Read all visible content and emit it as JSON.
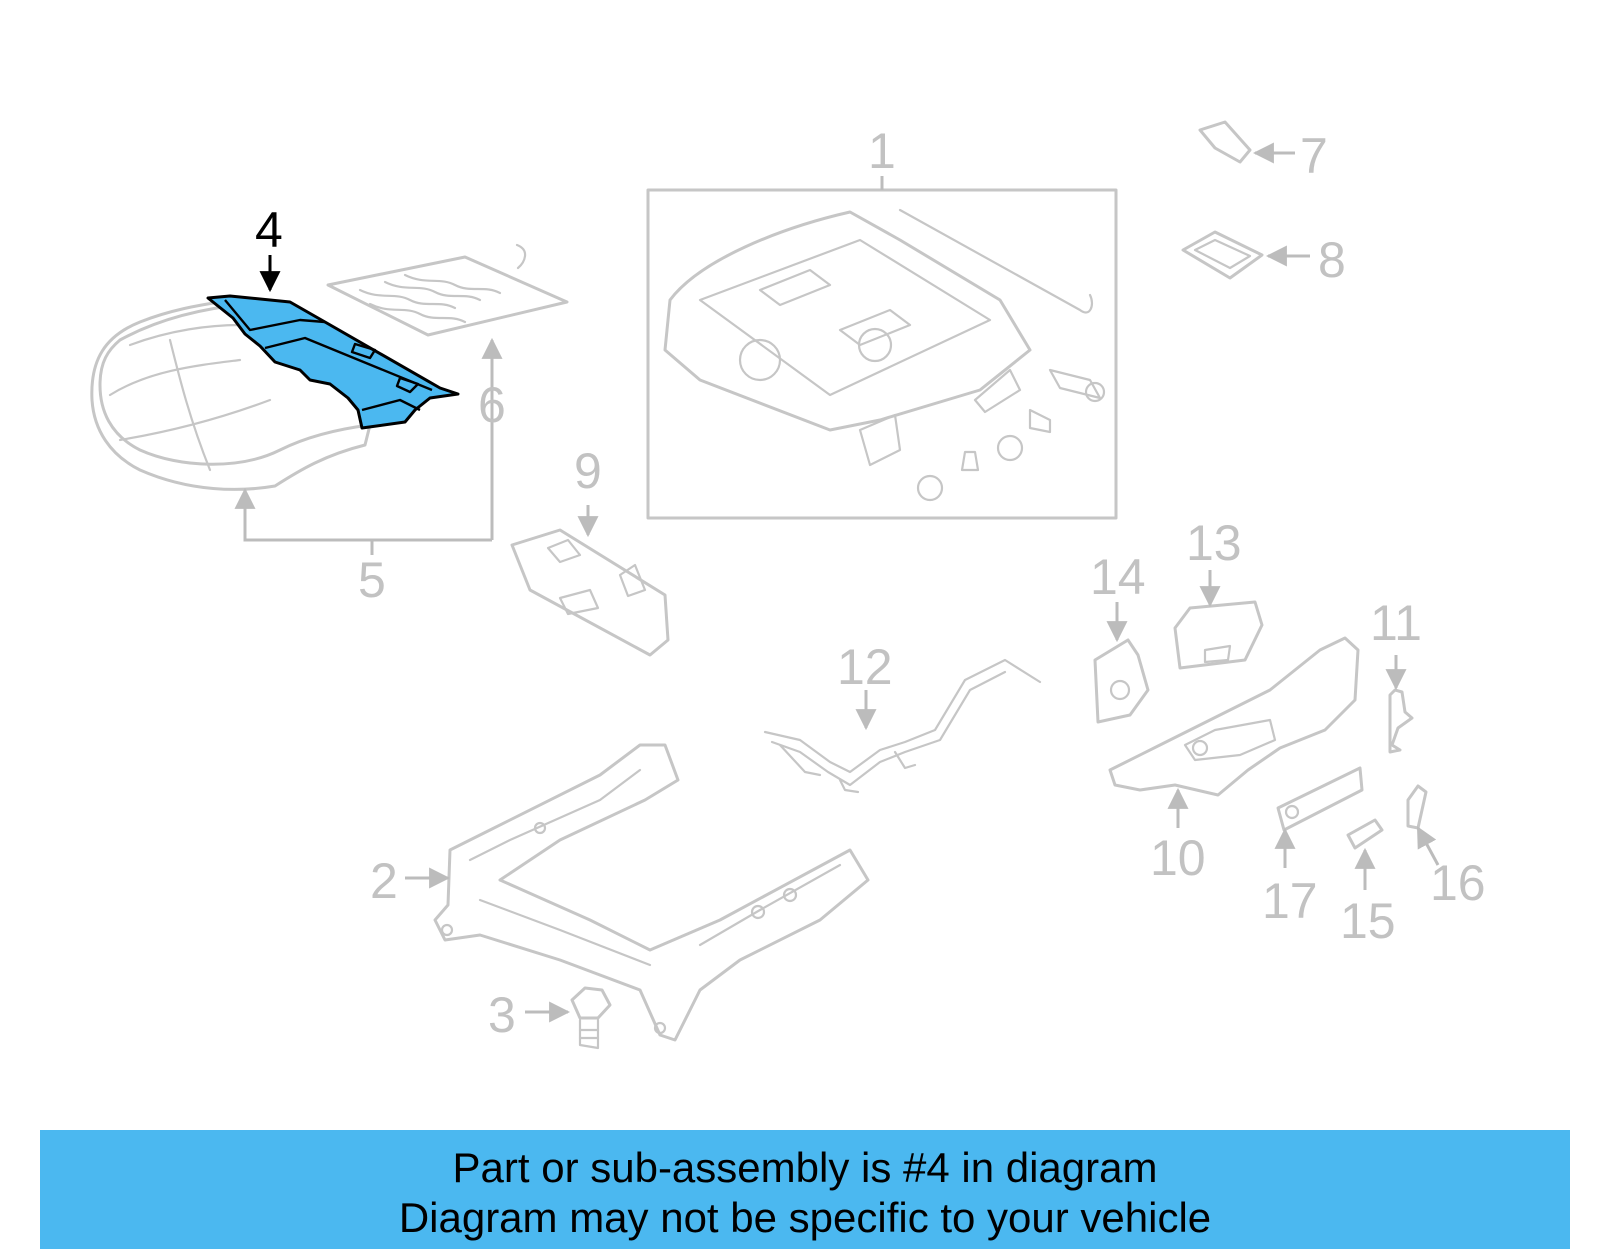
{
  "diagram": {
    "highlighted_part": "4",
    "callouts": {
      "c1": "1",
      "c2": "2",
      "c3": "3",
      "c4": "4",
      "c5": "5",
      "c6": "6",
      "c7": "7",
      "c8": "8",
      "c9": "9",
      "c10": "10",
      "c11": "11",
      "c12": "12",
      "c13": "13",
      "c14": "14",
      "c15": "15",
      "c16": "16",
      "c17": "17"
    },
    "colors": {
      "highlight": "#4bb8f0",
      "line_art": "#c6c6c6",
      "highlight_outline": "#000000"
    }
  },
  "banner": {
    "line1": "Part or sub-assembly is #4 in diagram",
    "line2": "Diagram may not be specific to your vehicle"
  }
}
